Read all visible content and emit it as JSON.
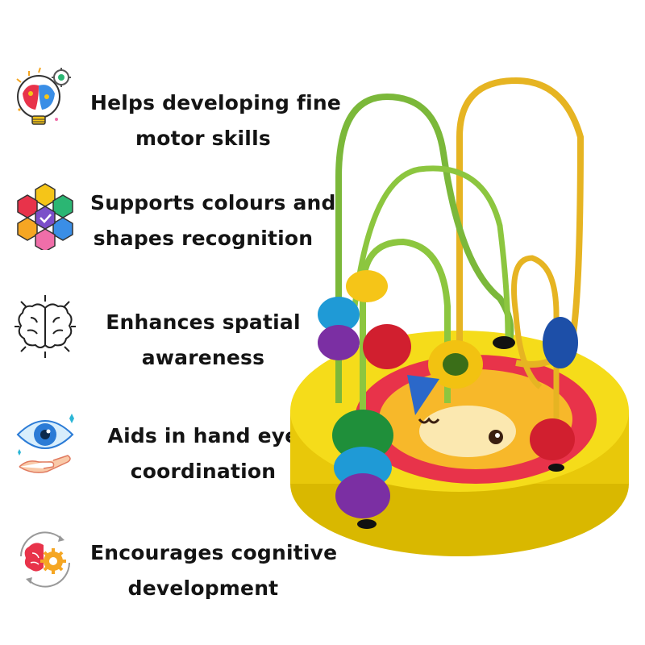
{
  "features": [
    {
      "icon": "brain-bulb-icon",
      "line1": "Helps developing fine",
      "line2": "motor skills"
    },
    {
      "icon": "hexagon-colors-icon",
      "line1": "Supports colours and",
      "line2": "shapes recognition"
    },
    {
      "icon": "brain-outline-icon",
      "line1": "Enhances spatial",
      "line2": "awareness"
    },
    {
      "icon": "eye-hand-icon",
      "line1": "Aids in hand eye",
      "line2": "coordination"
    },
    {
      "icon": "brain-gear-icon",
      "line1": "Encourages cognitive",
      "line2": "development"
    }
  ],
  "colors": {
    "text": "#141414",
    "base_yellow": "#f2d40c",
    "wire_green": "#8cc63f",
    "wire_yellow": "#e6b422",
    "lion_red": "#e8334a"
  },
  "product": "wooden-bead-maze-toy"
}
